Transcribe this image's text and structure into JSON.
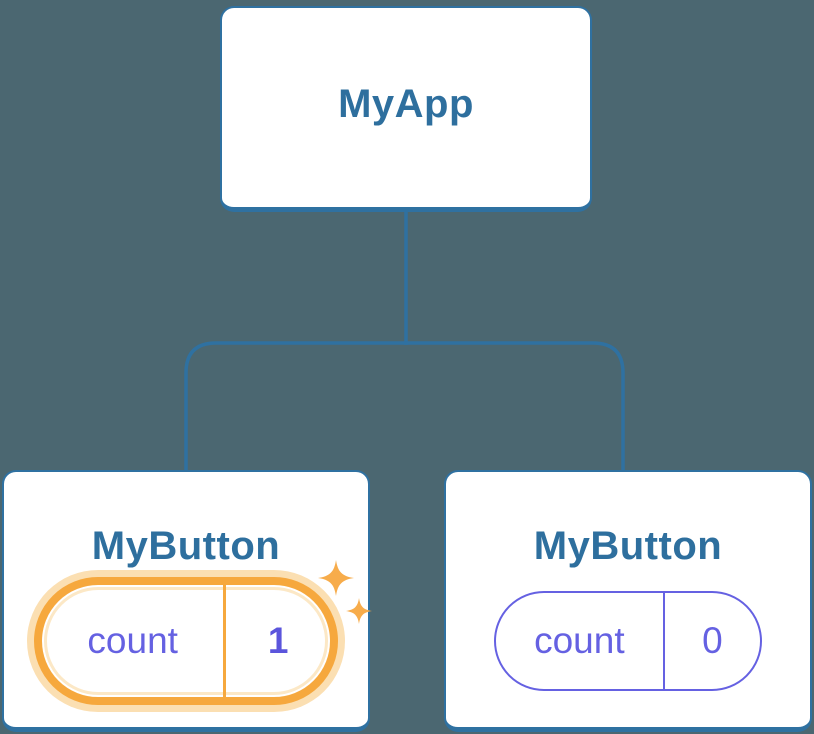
{
  "tree": {
    "root": {
      "label": "MyApp"
    },
    "children": [
      {
        "label": "MyButton",
        "state": {
          "name": "count",
          "value": "1"
        },
        "highlighted": true
      },
      {
        "label": "MyButton",
        "state": {
          "name": "count",
          "value": "0"
        },
        "highlighted": false
      }
    ]
  },
  "colors": {
    "background": "#4B6771",
    "card-bg": "#FFFFFF",
    "line-blue": "#2F71A1",
    "title-blue": "#2E6F9E",
    "state-purple": "#6561E2",
    "state-value-bold": "#5B55DC",
    "highlight-orange": "#F6A83D",
    "highlight-glow": "#FBDFB2",
    "sparkle-orange": "#F7AC4B"
  }
}
